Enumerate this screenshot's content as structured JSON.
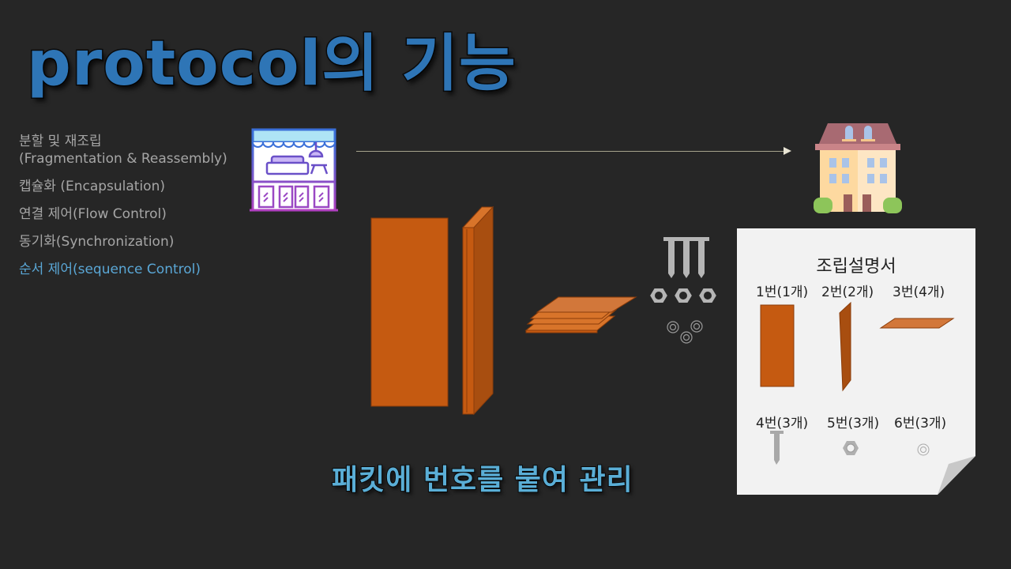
{
  "slide": {
    "title": "protocol의 기능",
    "caption": "패킷에 번호를 붙여 관리",
    "colors": {
      "background": "#262626",
      "title": "#2e75b6",
      "feature_text": "#a6a6a6",
      "feature_active": "#5aa7d6",
      "wood": "#c55a11",
      "manual_bg": "#f2f2f2"
    }
  },
  "features": [
    {
      "label": "분할 및 재조립",
      "sub": "(Fragmentation & Reassembly)",
      "active": false
    },
    {
      "label": "캡슐화 (Encapsulation)",
      "active": false
    },
    {
      "label": "연결 제어(Flow Control)",
      "active": false
    },
    {
      "label": "동기화(Synchronization)",
      "active": false
    },
    {
      "label": "순서 제어(sequence Control)",
      "active": true
    }
  ],
  "diagram": {
    "source_icon": "furniture-store-icon",
    "destination_icon": "house-icon",
    "arrow": "arrow-right"
  },
  "manual": {
    "title": "조립설명서",
    "parts": [
      {
        "label": "1번(1개)",
        "icon": "large-panel-icon"
      },
      {
        "label": "2번(2개)",
        "icon": "side-board-icon"
      },
      {
        "label": "3번(4개)",
        "icon": "shelf-board-icon"
      },
      {
        "label": "4번(3개)",
        "icon": "screw-icon"
      },
      {
        "label": "5번(3개)",
        "icon": "nut-icon"
      },
      {
        "label": "6번(3개)",
        "icon": "washer-icon"
      }
    ]
  }
}
